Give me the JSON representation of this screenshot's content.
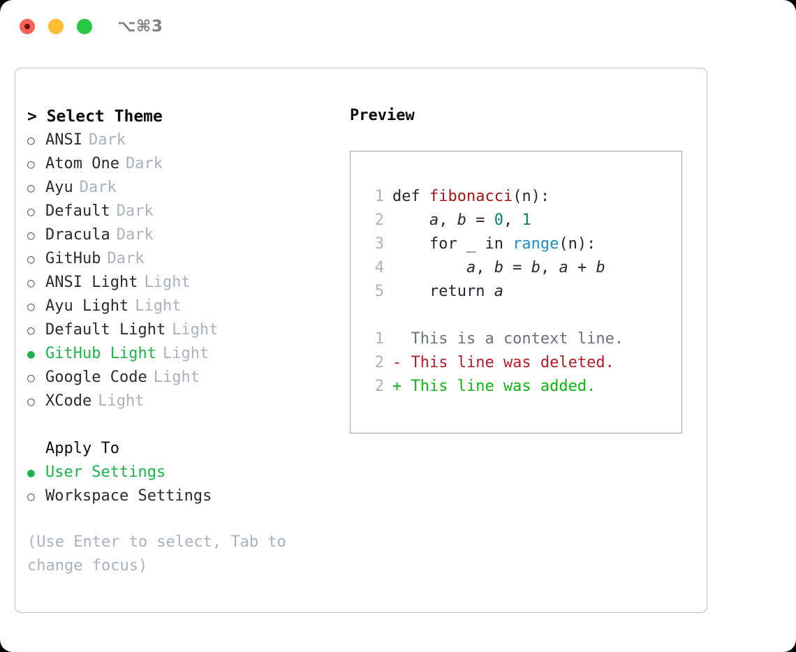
{
  "window": {
    "shortcut_title": "⌥⌘3",
    "traffic_lights": [
      "close-red",
      "minimize-yellow",
      "maximize-green"
    ]
  },
  "theme_panel": {
    "heading": "> Select Theme",
    "heading_caret": ">",
    "options": [
      {
        "marker": "○",
        "label": "ANSI",
        "suffix": "Dark",
        "selected": false
      },
      {
        "marker": "○",
        "label": "Atom One",
        "suffix": "Dark",
        "selected": false
      },
      {
        "marker": "○",
        "label": "Ayu",
        "suffix": "Dark",
        "selected": false
      },
      {
        "marker": "○",
        "label": "Default",
        "suffix": "Dark",
        "selected": false
      },
      {
        "marker": "○",
        "label": "Dracula",
        "suffix": "Dark",
        "selected": false
      },
      {
        "marker": "○",
        "label": "GitHub",
        "suffix": "Dark",
        "selected": false
      },
      {
        "marker": "○",
        "label": "ANSI Light",
        "suffix": "Light",
        "selected": false
      },
      {
        "marker": "○",
        "label": "Ayu Light",
        "suffix": "Light",
        "selected": false
      },
      {
        "marker": "○",
        "label": "Default Light",
        "suffix": "Light",
        "selected": false
      },
      {
        "marker": "●",
        "label": "GitHub Light",
        "suffix": "Light",
        "selected": true
      },
      {
        "marker": "○",
        "label": "Google Code",
        "suffix": "Light",
        "selected": false
      },
      {
        "marker": "○",
        "label": "XCode",
        "suffix": "Light",
        "selected": false
      }
    ],
    "apply_to": {
      "header": "Apply To",
      "options": [
        {
          "marker": "●",
          "label": "User Settings",
          "selected": true
        },
        {
          "marker": "○",
          "label": "Workspace Settings",
          "selected": false
        }
      ]
    },
    "hint": "(Use Enter to select, Tab to change focus)"
  },
  "preview": {
    "title": "Preview",
    "code_lines": [
      {
        "no": "1",
        "segments": [
          {
            "text": "def ",
            "tok": "plain"
          },
          {
            "text": "fibonacci",
            "tok": "fn"
          },
          {
            "text": "(n):",
            "tok": "plain"
          }
        ]
      },
      {
        "no": "2",
        "segments": [
          {
            "text": "    ",
            "tok": "plain"
          },
          {
            "text": "a",
            "tok": "var"
          },
          {
            "text": ", ",
            "tok": "plain"
          },
          {
            "text": "b",
            "tok": "var"
          },
          {
            "text": " = ",
            "tok": "plain"
          },
          {
            "text": "0",
            "tok": "num"
          },
          {
            "text": ", ",
            "tok": "plain"
          },
          {
            "text": "1",
            "tok": "num"
          }
        ]
      },
      {
        "no": "3",
        "segments": [
          {
            "text": "    for _ in ",
            "tok": "plain"
          },
          {
            "text": "range",
            "tok": "call"
          },
          {
            "text": "(n):",
            "tok": "plain"
          }
        ]
      },
      {
        "no": "4",
        "segments": [
          {
            "text": "        ",
            "tok": "plain"
          },
          {
            "text": "a",
            "tok": "var"
          },
          {
            "text": ", ",
            "tok": "plain"
          },
          {
            "text": "b",
            "tok": "var"
          },
          {
            "text": " = ",
            "tok": "plain"
          },
          {
            "text": "b",
            "tok": "var"
          },
          {
            "text": ", ",
            "tok": "plain"
          },
          {
            "text": "a",
            "tok": "var"
          },
          {
            "text": " + ",
            "tok": "plain"
          },
          {
            "text": "b",
            "tok": "var"
          }
        ]
      },
      {
        "no": "5",
        "segments": [
          {
            "text": "    return ",
            "tok": "plain"
          },
          {
            "text": "a",
            "tok": "var"
          }
        ]
      }
    ],
    "diff_lines": [
      {
        "no": "1",
        "kind": "context",
        "text": "  This is a context line."
      },
      {
        "no": "2",
        "kind": "del",
        "text": "- This line was deleted."
      },
      {
        "no": "2",
        "kind": "add",
        "text": "+ This line was added."
      }
    ]
  },
  "colors": {
    "accent_green": "#1fb24a",
    "muted": "#a9b3c0",
    "diff_add": "#10b510",
    "diff_del": "#b31d28",
    "fn_red": "#a31515",
    "call_blue": "#1f8fc7",
    "num_teal": "#0e7c76"
  }
}
